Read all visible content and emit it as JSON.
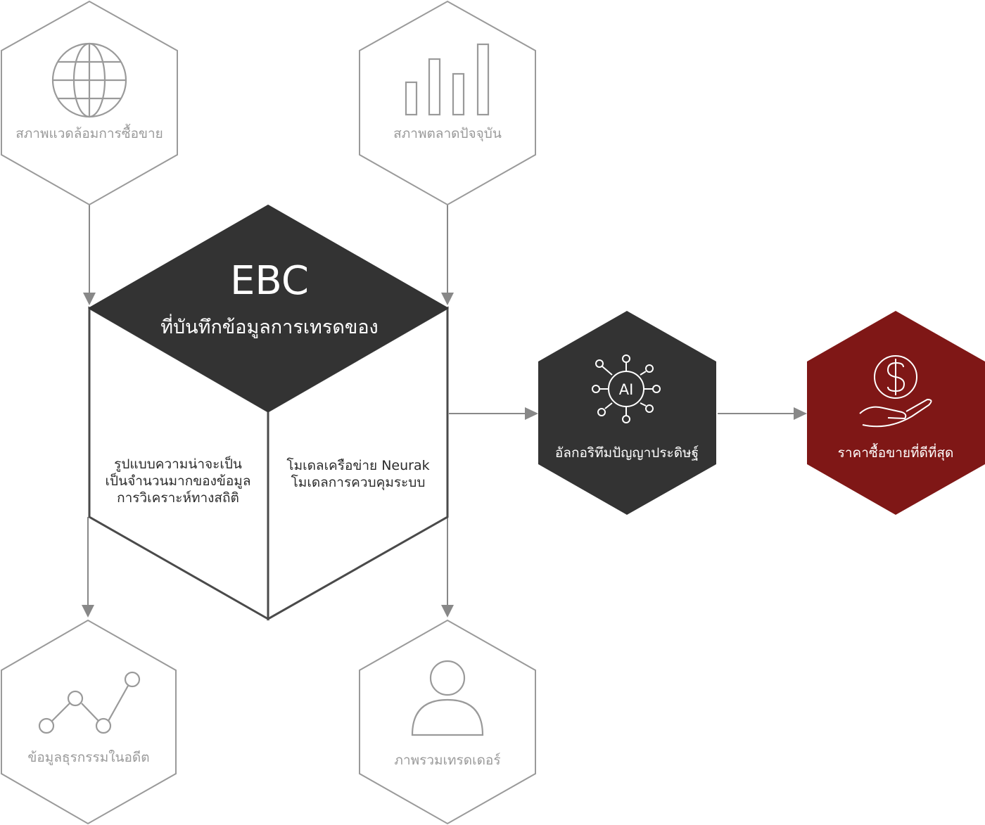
{
  "colors": {
    "outline": "#9a9a9a",
    "connector": "#888888",
    "dark": "#333333",
    "accent_red": "#7f1716",
    "white": "#ffffff"
  },
  "cube": {
    "title": "EBC",
    "subtitle": "ที่บันทึกข้อมูลการเทรดของ",
    "left_face_lines": [
      "รูปแบบความน่าจะเป็น",
      "เป็นจำนวนมากของข้อมูล",
      "การวิเคราะห์ทางสถิติ"
    ],
    "right_face_lines": [
      "โมเดลเครือข่าย Neurak",
      "โมเดลการควบคุมระบบ"
    ]
  },
  "inputs": {
    "trading_environment": {
      "label": "สภาพแวดล้อมการซื้อขาย",
      "icon": "globe-icon"
    },
    "current_market": {
      "label": "สภาพตลาดปัจจุบัน",
      "icon": "bar-chart-icon"
    }
  },
  "outputs": {
    "past_transactions": {
      "label": "ข้อมูลธุรกรรมในอดีต",
      "icon": "line-chart-icon"
    },
    "trader_overview": {
      "label": "ภาพรวมเทรดเดอร์",
      "icon": "user-icon"
    }
  },
  "ai": {
    "label": "อัลกอริทึมปัญญาประดิษฐ์",
    "icon_text": "AI",
    "icon": "ai-network-icon"
  },
  "best_price": {
    "label": "ราคาซื้อขายที่ดีที่สุด",
    "icon": "dollar-hand-icon"
  }
}
